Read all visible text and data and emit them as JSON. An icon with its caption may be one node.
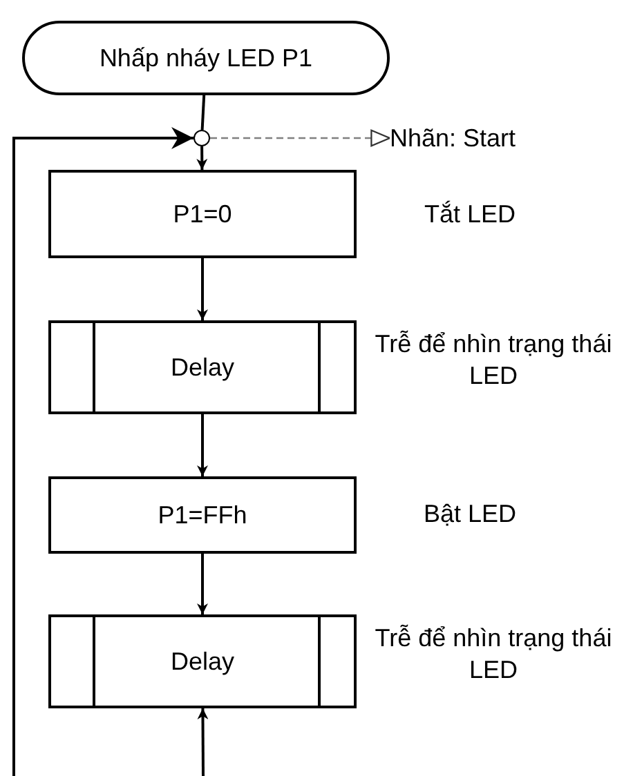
{
  "diagram": {
    "nodes": [
      {
        "text": [
          "Nhấp nháy LED P1"
        ]
      },
      {
        "text": [],
        "shape": "circle"
      },
      {
        "text": [
          "P1=0"
        ],
        "beside": [
          "Tắt LED"
        ]
      },
      {
        "text": [
          "Delay"
        ],
        "beside": [
          "Trễ để nhìn trạng thái LED"
        ]
      },
      {
        "text": [
          "P1=FFh"
        ],
        "beside": [
          "Bật LED"
        ]
      },
      {
        "text": [
          "Delay"
        ],
        "beside": [
          "Trễ để nhìn trạng thái LED"
        ]
      },
      {
        "text": [
          "Nhãn: Start"
        ]
      }
    ],
    "edges": [
      {
        "from": 0,
        "to": 1,
        "arrow": "none"
      },
      {
        "from": 1,
        "to": 2,
        "arrow": "to"
      },
      {
        "from": 2,
        "to": 3,
        "arrow": "to"
      },
      {
        "from": 3,
        "to": 4,
        "arrow": "to"
      },
      {
        "from": 4,
        "to": 5,
        "arrow": "to"
      },
      {
        "from": null,
        "to": 5,
        "arrow": "to"
      },
      {
        "from": null,
        "to": 1,
        "arrow": "to"
      },
      {
        "from": 1,
        "to": 6,
        "arrow": "to",
        "style": "dashed",
        "color": "#808080"
      }
    ]
  }
}
